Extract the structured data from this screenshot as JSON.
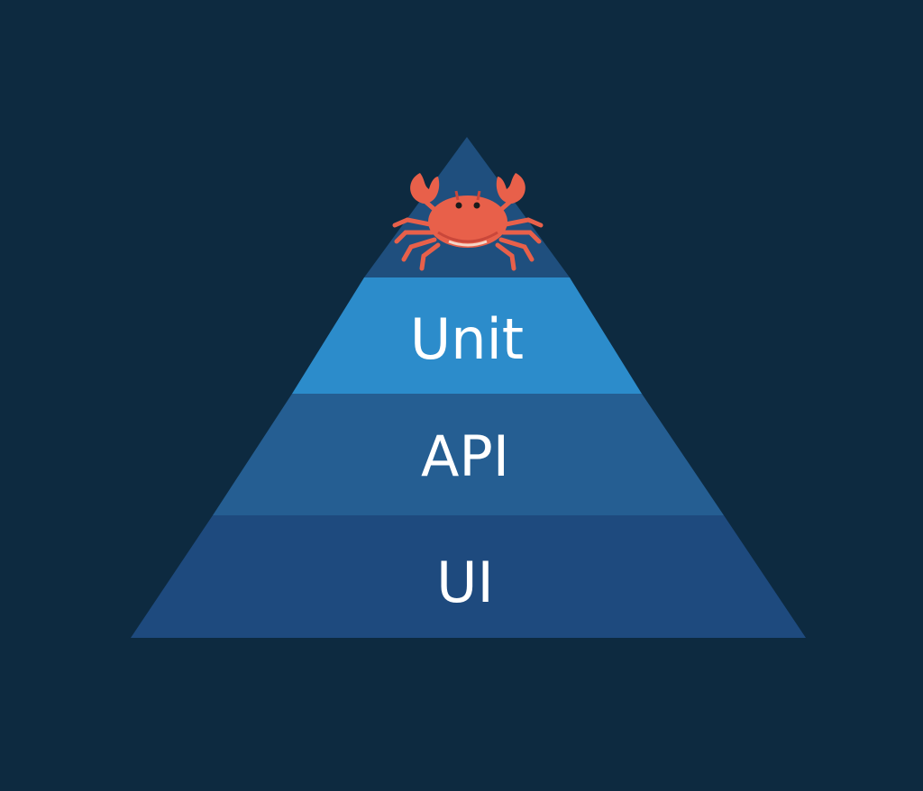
{
  "colors": {
    "background": "#0d2a40",
    "apex": "#1f4f7e",
    "unit": "#2c8ccb",
    "api": "#255e92",
    "ui": "#1e4a7e",
    "crab": "#e8604a",
    "crab_dark": "#c9473a"
  },
  "tiers": [
    {
      "label": "Unit"
    },
    {
      "label": "API"
    },
    {
      "label": "UI"
    }
  ],
  "mascot": {
    "icon": "crab-icon"
  }
}
